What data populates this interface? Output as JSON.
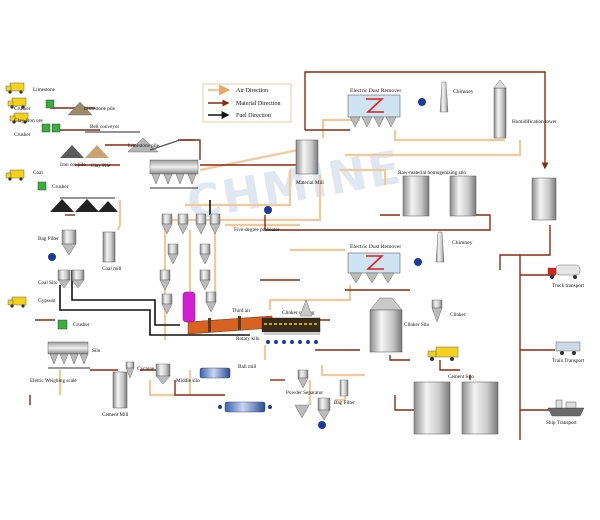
{
  "legend": {
    "air": "Air Direction",
    "material": "Material Direction",
    "fuel": "Fuel Direction"
  },
  "labels": {
    "limestone": "Limestone",
    "crusher1": "Crusher",
    "clay_iron_ore": "Clay, Iron ore",
    "crusher2": "Crusher",
    "limestone_pile": "Limestone pile",
    "belt_conveyor": "Belt conveyor",
    "iron_ore_pile": "Iron ore pile",
    "clay_pile": "Clay Pile",
    "limestone_pile2": "Limestone pile",
    "coal": "Coal",
    "crusher3": "Crusher",
    "bag_filter1": "Bag Filter",
    "coal_mill": "Coal mill",
    "coal_silo": "Coal Silo",
    "gypsum": "Gypsum",
    "crusher4": "Crusher",
    "silo": "Silo",
    "electric_weighing_scale": "Eletric Weighing scale",
    "cement_mill": "Cement Mill",
    "cyclone": "Cyclone",
    "middle_silo": "Middle silo",
    "ball_mill": "Ball mill",
    "powder_separator": "Powder Separator",
    "bag_filter2": "Bag Filter",
    "material_mill": "Material Mill",
    "edr1": "Electric Dust Remover",
    "chimney1": "Chimney",
    "humidification_tower": "Humidification tower",
    "raw_material_silo": "Raw-material homogenizing silo",
    "five_stage_preheater": "Five-degree preheater",
    "edr2": "Electric Dust Remover",
    "chimney2": "Chimney",
    "third_air": "Third air",
    "clinker_cooling": "Clinker cooling",
    "rotary_kiln": "Rotary kiln",
    "clinker_silo": "Clinker Silo",
    "clinker": "Clinker",
    "cement_silo": "Cement Silo",
    "truck_transport": "Truck transport",
    "train_transport": "Train Transport",
    "ship_transport": "Ship Transport"
  },
  "watermark": "CHMINE",
  "colors": {
    "air_line": "#f2c99a",
    "material_line": "#8a2a10",
    "fuel_line": "#111111",
    "truck_yellow": "#f2d21b",
    "fan_blue": "#1b3a9b",
    "kiln_magenta": "#d21fd6",
    "kiln_orange": "#d8621f",
    "crusher_green": "#3cae3c"
  }
}
